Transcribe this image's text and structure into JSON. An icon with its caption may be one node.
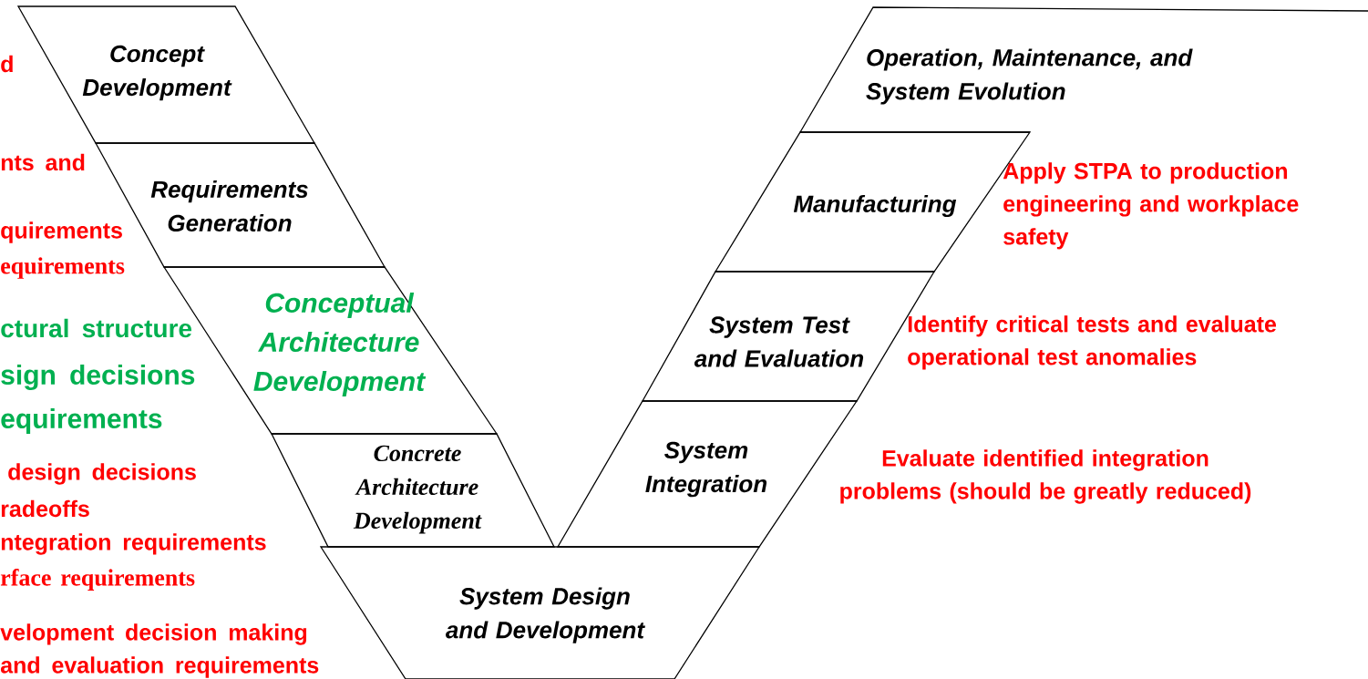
{
  "diagram": {
    "nodes": [
      {
        "text": [
          "Concept Development"
        ]
      },
      {
        "text": [
          "Requirements Generation"
        ]
      },
      {
        "text": [
          "Conceptual Architecture Development"
        ]
      },
      {
        "text": [
          "Concrete Architecture Development"
        ]
      },
      {
        "text": [
          "System Design and Development"
        ]
      },
      {
        "text": [
          "System Integration"
        ]
      },
      {
        "text": [
          "System Test and Evaluation"
        ]
      },
      {
        "text": [
          "Manufacturing"
        ]
      },
      {
        "text": [
          "Operation, Maintenance, and System Evolution"
        ]
      }
    ],
    "labels": [
      "d",
      "nts and",
      "quirements",
      "equirements",
      "ctural structure",
      "sign decisions",
      "equirements",
      "design decisions",
      "radeoffs",
      "ntegration requirements",
      "rface requirements",
      "velopment decision making",
      "and evaluation requirements",
      "Apply STPA to production engineering and workplace safety",
      "Identify critical tests and evaluate operational test anomalies",
      "Evaluate identified integration problems (should be greatly reduced)"
    ]
  }
}
